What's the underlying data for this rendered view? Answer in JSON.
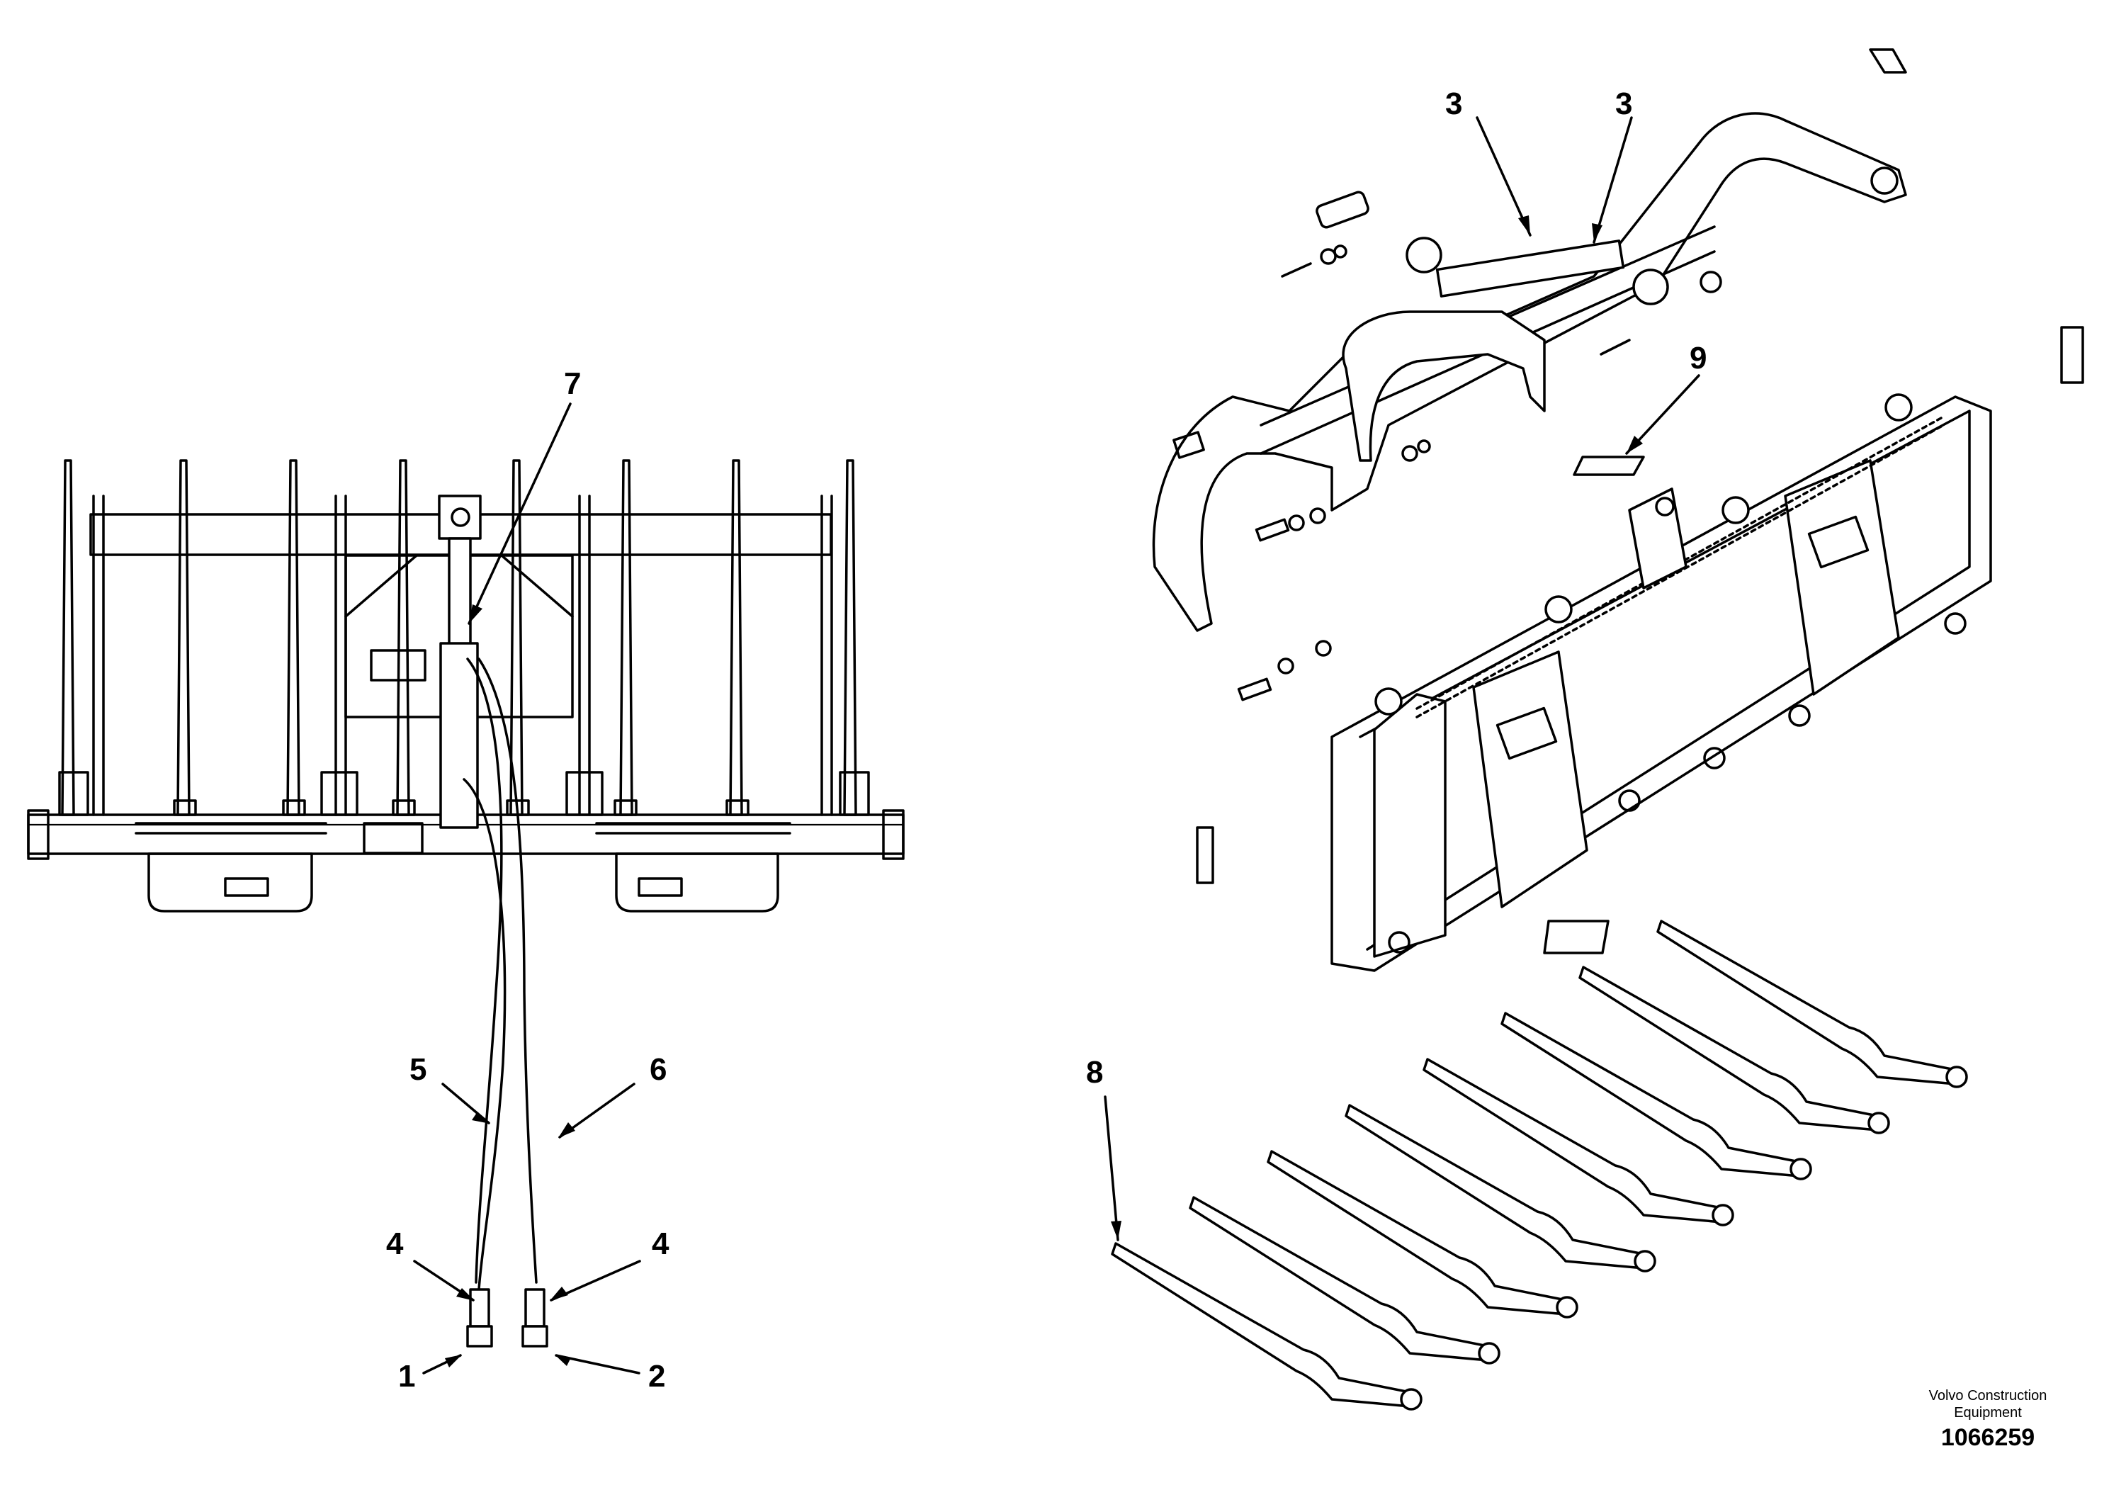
{
  "callouts": {
    "c1": "1",
    "c2": "2",
    "c3a": "3",
    "c3b": "3",
    "c4a": "4",
    "c4b": "4",
    "c5": "5",
    "c6": "6",
    "c7": "7",
    "c8": "8",
    "c9": "9"
  },
  "credit": {
    "line1": "Volvo Construction",
    "line2": "Equipment",
    "ref": "1066259"
  }
}
